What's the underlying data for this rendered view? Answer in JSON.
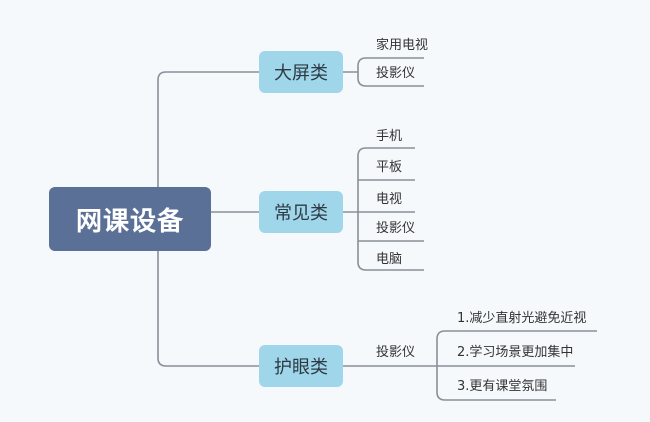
{
  "root": {
    "label": "网课设备"
  },
  "branches": [
    {
      "label": "大屏类",
      "children": [
        "家用电视",
        "投影仪"
      ]
    },
    {
      "label": "常见类",
      "children": [
        "手机",
        "平板",
        "电视",
        "投影仪",
        "电脑"
      ]
    },
    {
      "label": "护眼类",
      "children": [
        "投影仪"
      ],
      "sub_children": [
        "1.减少直射光避免近视",
        "2.学习场景更加集中",
        "3.更有课堂氛围"
      ]
    }
  ],
  "colors": {
    "background": "#f5f9fc",
    "root_fill": "#5a7097",
    "branch_fill": "#9fd6ea",
    "connector": "#8a8f99"
  }
}
